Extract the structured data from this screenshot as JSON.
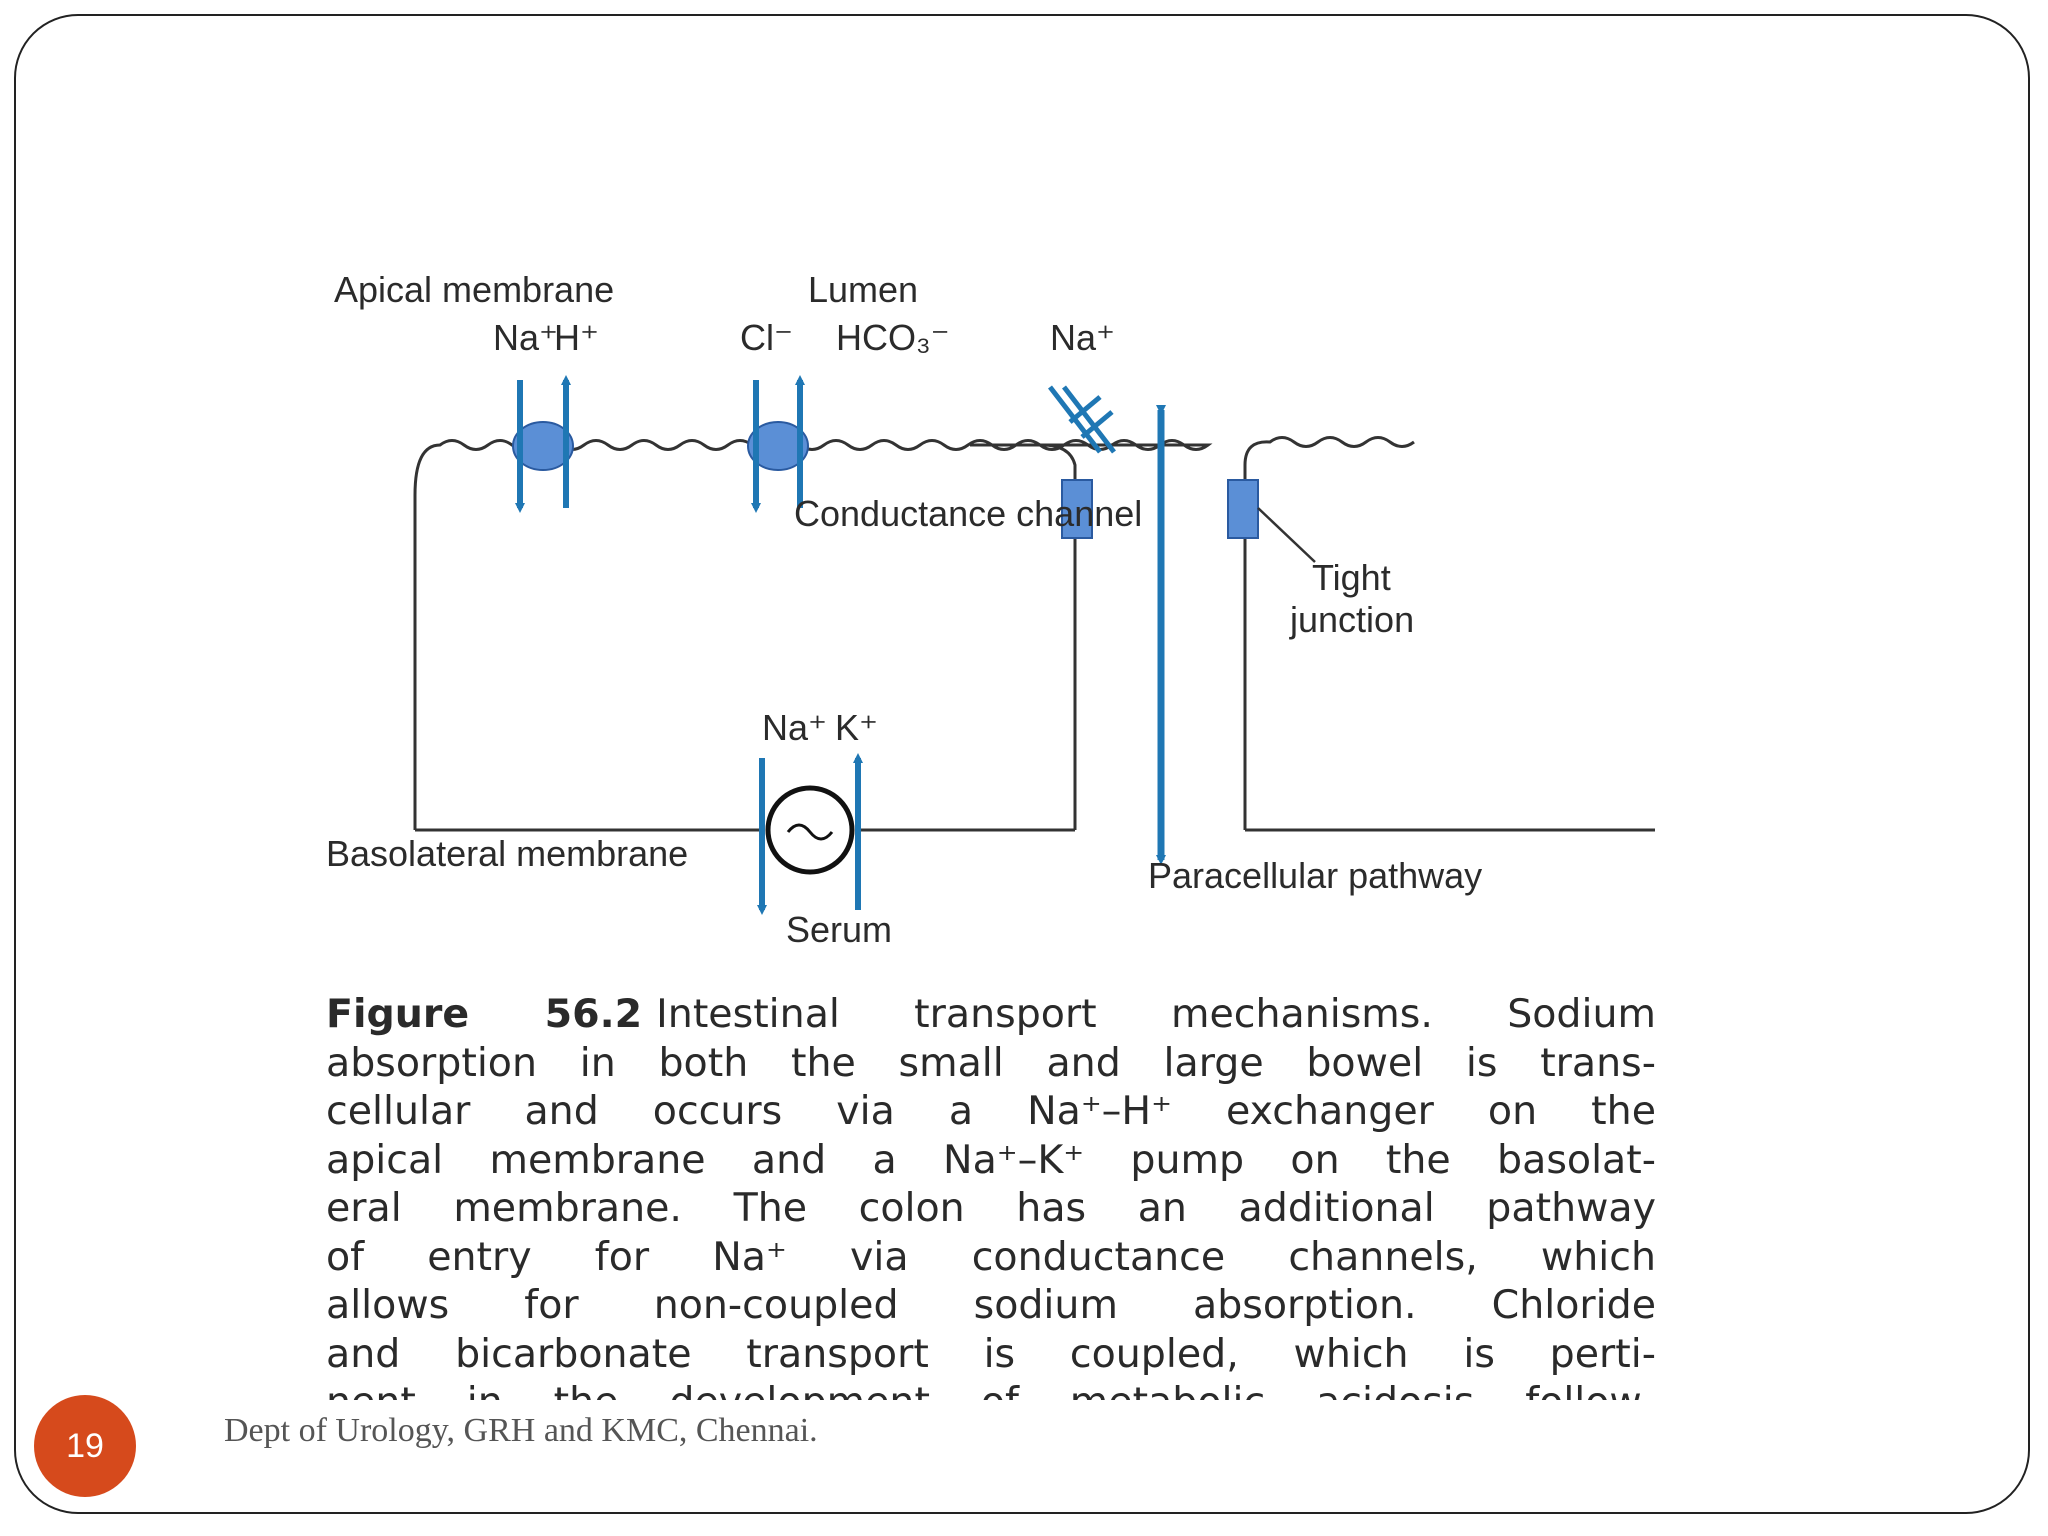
{
  "diagram": {
    "labels": {
      "apical_membrane": "Apical membrane",
      "lumen": "Lumen",
      "na_h_na": "Na⁺",
      "na_h_h": "H⁺",
      "cl": "Cl⁻",
      "hco3": "HCO₃⁻",
      "na_channel": "Na⁺",
      "conductance_channel": "Conductance channel",
      "tight_junction_1": "Tight",
      "tight_junction_2": "junction",
      "pump_na": "Na⁺",
      "pump_k": "K⁺",
      "basolateral_membrane": "Basolateral membrane",
      "paracellular_pathway": "Paracellular pathway",
      "serum": "Serum"
    },
    "colors": {
      "arrow": "#1f77b4",
      "transporter": "#5b8fd6",
      "membrane": "#333333",
      "junction": "#5b8fd6"
    }
  },
  "caption": {
    "figure_number": "Figure 56.2",
    "lines": [
      "Intestinal transport mechanisms. Sodium",
      "absorption in both the small and large bowel is trans-",
      "cellular and occurs via a Na⁺–H⁺ exchanger on the",
      "apical membrane and a Na⁺–K⁺ pump on the basolat-",
      "eral membrane. The colon has an additional pathway",
      "of entry for Na⁺ via conductance channels, which",
      "allows for non-coupled sodium absorption. Chloride",
      "and bicarbonate transport is coupled, which is perti-",
      "nent in the development of metabolic acidosis follow-"
    ]
  },
  "footer": {
    "page_number": "19",
    "department": "Dept of Urology, GRH and KMC, Chennai."
  }
}
